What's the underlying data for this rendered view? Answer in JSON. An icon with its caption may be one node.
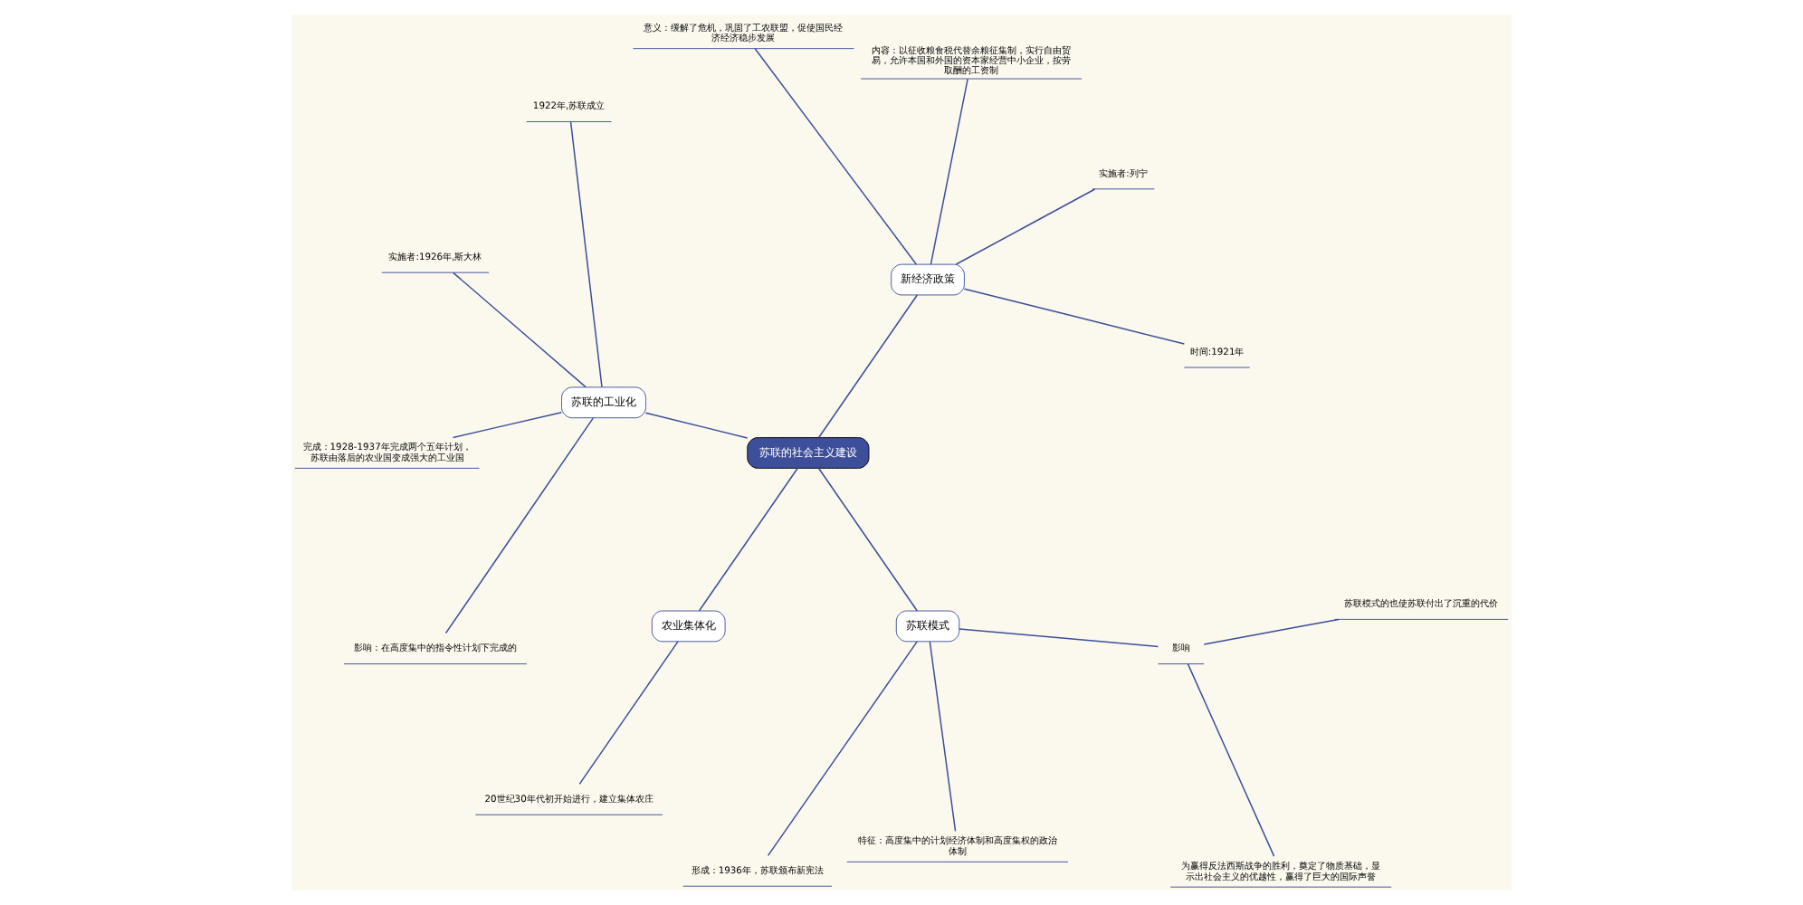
{
  "diagram": {
    "nodes": [
      {
        "text": [
          "苏联的社会主义建设"
        ]
      },
      {
        "text": [
          "新经济政策"
        ]
      },
      {
        "text": [
          "时间:1921年"
        ]
      },
      {
        "text": [
          "实施者:列宁"
        ]
      },
      {
        "text": [
          "内容：以征收粮食税代替余粮征集制，实行自由贸易，允许本国和外国的资本家经营中小企业，按劳取酬的工资制"
        ]
      },
      {
        "text": [
          "意义：缓解了危机，巩固了工农联盟，促使国民经济经济稳步发展"
        ]
      },
      {
        "text": [
          "苏联的工业化"
        ]
      },
      {
        "text": [
          "1922年,苏联成立"
        ]
      },
      {
        "text": [
          "实施者:1926年,斯大林"
        ]
      },
      {
        "text": [
          "完成：1928-1937年完成两个五年计划，苏联由落后的农业国变成强大的工业国"
        ]
      },
      {
        "text": [
          "影响：在高度集中的指令性计划下完成的"
        ]
      },
      {
        "text": [
          "农业集体化"
        ]
      },
      {
        "text": [
          "20世纪30年代初开始进行，建立集体农庄"
        ]
      },
      {
        "text": [
          "苏联模式"
        ]
      },
      {
        "text": [
          "形成：1936年，苏联颁布新宪法"
        ]
      },
      {
        "text": [
          "特征：高度集中的计划经济体制和高度集权的政治体制"
        ]
      },
      {
        "text": [
          "影响"
        ]
      },
      {
        "text": [
          "为赢得反法西斯战争的胜利，奠定了物质基础，显示出社会主义的优越性，赢得了巨大的国际声誉"
        ]
      },
      {
        "text": [
          "苏联模式的也使苏联付出了沉重的代价"
        ]
      }
    ],
    "edges": [
      {
        "from": 0,
        "to": 1,
        "arrow": "none"
      },
      {
        "from": 1,
        "to": 2,
        "arrow": "none"
      },
      {
        "from": 1,
        "to": 3,
        "arrow": "none"
      },
      {
        "from": 1,
        "to": 4,
        "arrow": "none"
      },
      {
        "from": 1,
        "to": 5,
        "arrow": "none"
      },
      {
        "from": 0,
        "to": 6,
        "arrow": "none"
      },
      {
        "from": 6,
        "to": 7,
        "arrow": "none"
      },
      {
        "from": 6,
        "to": 8,
        "arrow": "none"
      },
      {
        "from": 6,
        "to": 9,
        "arrow": "none"
      },
      {
        "from": 6,
        "to": 10,
        "arrow": "none"
      },
      {
        "from": 0,
        "to": 11,
        "arrow": "none"
      },
      {
        "from": 11,
        "to": 12,
        "arrow": "none"
      },
      {
        "from": 0,
        "to": 13,
        "arrow": "none"
      },
      {
        "from": 13,
        "to": 14,
        "arrow": "none"
      },
      {
        "from": 13,
        "to": 15,
        "arrow": "none"
      },
      {
        "from": 13,
        "to": 16,
        "arrow": "none"
      },
      {
        "from": 16,
        "to": 17,
        "arrow": "none"
      },
      {
        "from": 16,
        "to": 18,
        "arrow": "none"
      }
    ]
  }
}
